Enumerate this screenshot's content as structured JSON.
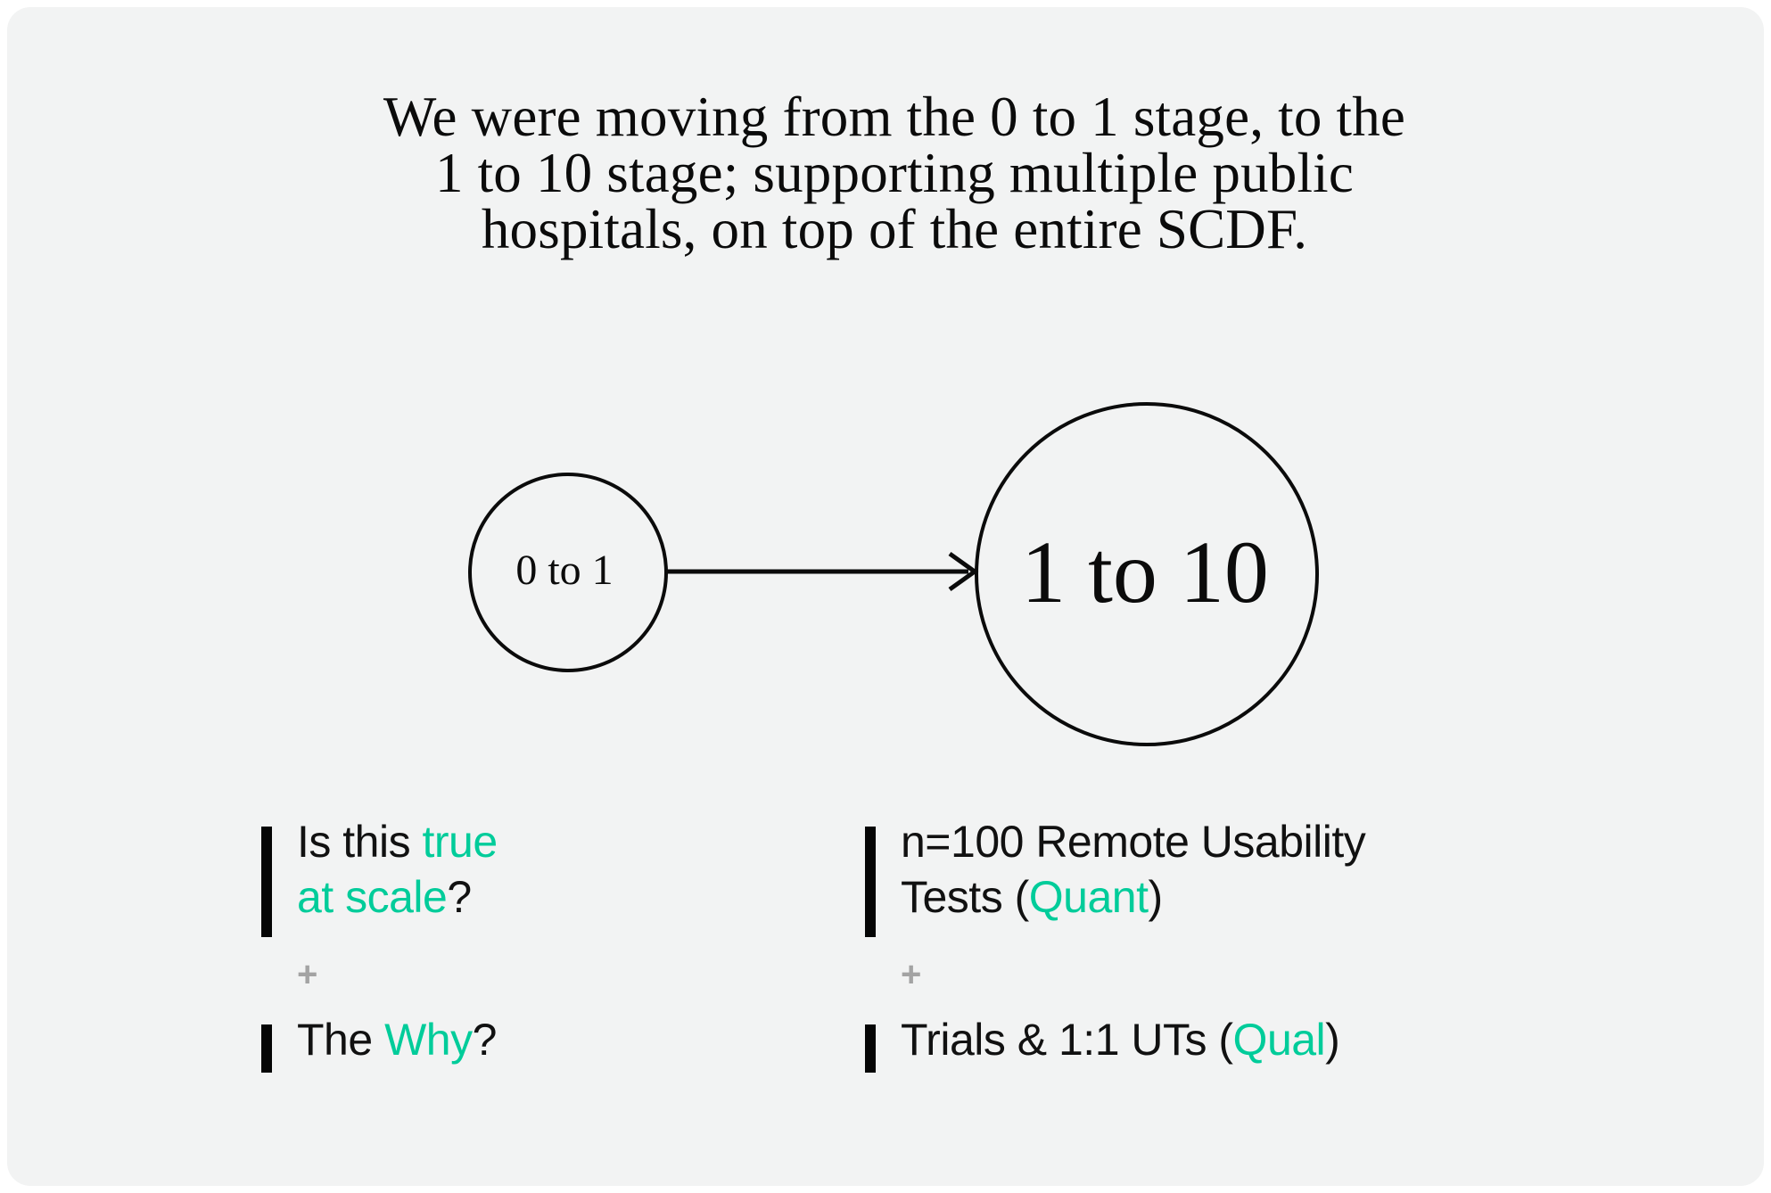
{
  "slide": {
    "background_color": "#f2f3f3",
    "accent_color": "#00cc9a",
    "text_color": "#111111",
    "muted_color": "#a3a3a3"
  },
  "headline": {
    "full_text": "We were moving from the 0 to 1 stage, to the 1 to 10 stage; supporting multiple public hospitals, on top of the entire SCDF.",
    "lines": [
      "We were moving from the 0 to 1 stage, to the",
      "1 to 10 stage; supporting multiple public",
      "hospitals, on top of the entire SCDF."
    ]
  },
  "diagram": {
    "type": "two-node-flow",
    "nodes": [
      {
        "id": "from",
        "label": "0 to 1",
        "shape": "circle",
        "size": "small"
      },
      {
        "id": "to",
        "label": "1 to 10",
        "shape": "circle",
        "size": "large"
      }
    ],
    "connector": {
      "type": "arrow",
      "direction": "left-to-right",
      "from": "from",
      "to": "to"
    }
  },
  "columns": {
    "left": {
      "items": [
        {
          "bar": "tall",
          "segments": [
            {
              "text": "Is this ",
              "accent": false
            },
            {
              "text": "true",
              "accent": true
            },
            {
              "text": " ",
              "accent": false
            },
            {
              "text": "at scale",
              "accent": true
            },
            {
              "text": "?",
              "accent": false
            }
          ],
          "plain_text": "Is this true at scale?"
        },
        {
          "bar": "short",
          "segments": [
            {
              "text": "The ",
              "accent": false
            },
            {
              "text": "Why",
              "accent": true
            },
            {
              "text": "?",
              "accent": false
            }
          ],
          "plain_text": "The Why?"
        }
      ],
      "separator": "+"
    },
    "right": {
      "items": [
        {
          "bar": "tall",
          "segments": [
            {
              "text": "n=100 Remote Usability",
              "accent": false
            },
            {
              "text": " ",
              "accent": false
            },
            {
              "text": "Tests (",
              "accent": false
            },
            {
              "text": "Quant",
              "accent": true
            },
            {
              "text": ")",
              "accent": false
            }
          ],
          "plain_text": "n=100 Remote Usability Tests (Quant)"
        },
        {
          "bar": "short",
          "segments": [
            {
              "text": "Trials & 1:1 UTs (",
              "accent": false
            },
            {
              "text": "Qual",
              "accent": true
            },
            {
              "text": ")",
              "accent": false
            }
          ],
          "plain_text": "Trials & 1:1 UTs (Qual)"
        }
      ],
      "separator": "+"
    }
  }
}
